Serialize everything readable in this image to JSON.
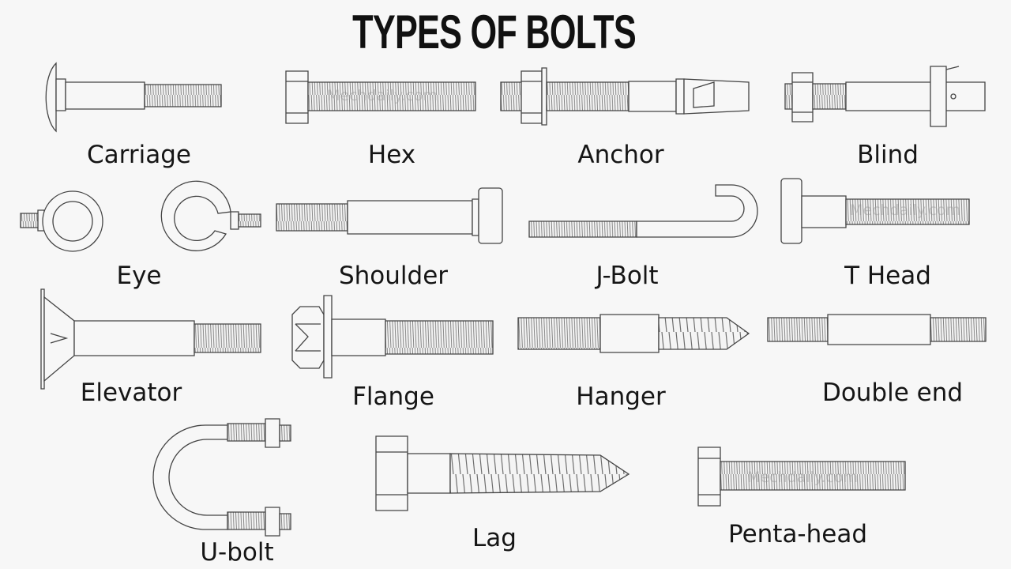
{
  "title": "TYPES OF BOLTS",
  "watermark": "Mechdaily.com",
  "bolts": [
    {
      "name": "carriage",
      "label": "Carriage"
    },
    {
      "name": "hex",
      "label": "Hex"
    },
    {
      "name": "anchor",
      "label": "Anchor"
    },
    {
      "name": "blind",
      "label": "Blind"
    },
    {
      "name": "eye",
      "label": "Eye"
    },
    {
      "name": "shoulder",
      "label": "Shoulder"
    },
    {
      "name": "j-bolt",
      "label": "J-Bolt"
    },
    {
      "name": "t-head",
      "label": "T Head"
    },
    {
      "name": "elevator",
      "label": "Elevator"
    },
    {
      "name": "flange",
      "label": "Flange"
    },
    {
      "name": "hanger",
      "label": "Hanger"
    },
    {
      "name": "double-end",
      "label": "Double end"
    },
    {
      "name": "u-bolt",
      "label": "U-bolt"
    },
    {
      "name": "lag",
      "label": "Lag"
    },
    {
      "name": "penta-head",
      "label": "Penta-head"
    }
  ]
}
